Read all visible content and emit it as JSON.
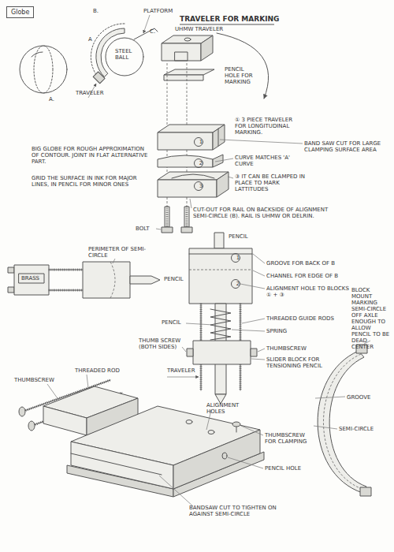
{
  "diagram": {
    "title": "TRAVELER FOR MARKING",
    "nodes": [
      {
        "text": [
          "Globe"
        ]
      }
    ],
    "labels": [
      "A.",
      "B.",
      "C.",
      "PLATFORM",
      "STEEL BALL",
      "A",
      "TRAVELER",
      "UHMW TRAVELER",
      "PENCIL HOLE FOR MARKING",
      "① 3 PIECE TRAVELER FOR LONGITUDINAL MARKING.",
      "BAND SAW CUT FOR LARGE CLAMPING SURFACE AREA",
      "CURVE MATCHES 'A' CURVE",
      "③ IT CAN BE CLAMPED IN PLACE TO MARK LATTITUDES",
      "CUT-OUT FOR RAIL ON BACKSIDE OF ALIGNMENT SEMI-CIRCLE (B). RAIL IS UHMW OR DELRIN.",
      "BOLT",
      "1",
      "2",
      "3",
      "BIG GLOBE FOR ROUGH APPROXIMATION OF CONTOUR. JOINT IN FLAT ALTERNATIVE PART.",
      "GRID THE SURFACE IN INK FOR MAJOR LINES, IN PENCIL FOR MINOR ONES",
      "PERIMETER OF SEMI-CIRCLE",
      "PENCIL",
      "BRASS",
      "PENCIL",
      "GROOVE FOR BACK OF B",
      "CHANNEL FOR EDGE OF B",
      "ALIGNMENT HOLE TO BLOCKS ① + ③",
      "THREADED GUIDE RODS",
      "SPRING",
      "THUMBSCREW",
      "SLIDER BLOCK FOR TENSIONING PENCIL",
      "PENCIL",
      "THUMB SCREW (BOTH SIDES)",
      "1",
      "2",
      "THUMBSCREW",
      "THREADED ROD",
      "TRAVELER",
      "ALIGNMENT HOLES",
      "THUMBSCREW FOR CLAMPING",
      "PENCIL HOLE",
      "BANDSAW CUT TO TIGHTEN ON AGAINST SEMI-CIRCLE",
      "BLOCK MOUNT MARKING SEMI-CIRCLE OFF AXLE ENOUGH TO ALLOW PENCIL TO BE DEAD CENTER",
      "GROOVE",
      "SEMI-CIRCLE"
    ]
  }
}
